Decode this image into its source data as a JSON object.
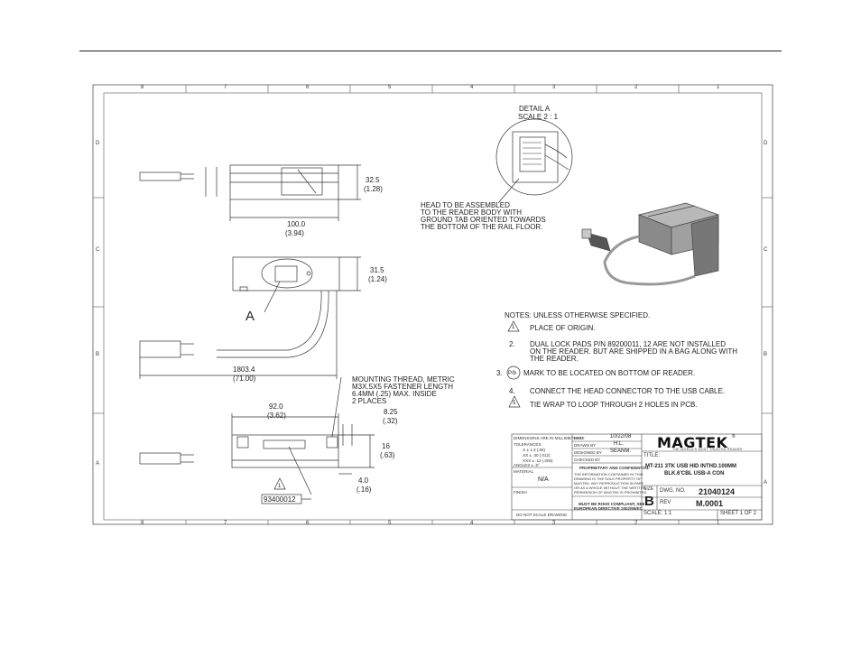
{
  "frame": {
    "col_labels_top": [
      "8",
      "7",
      "6",
      "5",
      "4",
      "3",
      "2",
      "1"
    ],
    "col_labels_bottom": [
      "8",
      "7",
      "6",
      "5",
      "4",
      "3",
      "2",
      "1"
    ],
    "row_labels": [
      "D",
      "C",
      "B",
      "A"
    ]
  },
  "views": {
    "dim_height_top": "32.5",
    "dim_height_top_in": "(1.28)",
    "dim_width_top": "100.0",
    "dim_width_top_in": "(3.94)",
    "dim_height_mid": "31.5",
    "dim_height_mid_in": "(1.24)",
    "detail_ref": "A",
    "dim_cable": "1803.4",
    "dim_cable_in": "(71.00)",
    "dim_width_bottom": "92.0",
    "dim_width_bottom_in": "(3.62)",
    "dim_8_25": "8.25",
    "dim_8_25_in": "(.32)",
    "dim_16": "16",
    "dim_16_in": "(.63)",
    "dim_4_0": "4.0",
    "dim_4_0_in": "(.16)",
    "part_number_box": "93400012",
    "callout_flag": "1"
  },
  "notes_callouts": {
    "detail_title": "DETAIL A",
    "detail_scale": "SCALE 2 : 1",
    "head_note_1": "HEAD TO BE ASSEMBLED",
    "head_note_2": "TO THE READER BODY WITH",
    "head_note_3": "GROUND TAB ORIENTED TOWARDS",
    "head_note_4": "THE BOTTOM OF THE RAIL FLOOR.",
    "mount_1": "MOUNTING THREAD, METRIC",
    "mount_2": "M3X.5X5 FASTENER LENGTH",
    "mount_3": "6.4MM (.25) MAX. INSIDE",
    "mount_4": "2 PLACES"
  },
  "notes": {
    "header": "NOTES: UNLESS OTHERWISE SPECIFIED.",
    "n1_flag": "1",
    "n1": "PLACE OF ORIGIN.",
    "n2_num": "2.",
    "n2_l1": "DUAL LOCK PADS P/N 89200011, 12 ARE NOT INSTALLED",
    "n2_l2": "ON THE READER. BUT ARE SHIPPED IN A BAG ALONG WITH",
    "n2_l3": "THE READER.",
    "n3_num": "3.",
    "n3_badge": "P/b",
    "n3": "MARK TO BE LOCATED ON BOTTOM OF READER.",
    "n4_num": "4.",
    "n4": "CONNECT THE HEAD CONNECTOR TO THE USB CABLE.",
    "n5_flag": "5",
    "n5": "TIE WRAP TO LOOP THROUGH 2 HOLES IN PCB."
  },
  "title_block": {
    "dims_header": "DIMENSIONS ARE IN MILLIMETERS",
    "tolerances": "TOLERANCES:",
    "tol_x": ".X    ± 1.3 (.05)",
    "tol_xx": ".XX   ± .30 (.012)",
    "tol_xxx": ".XXX ± .13 (.005)",
    "angles": "ANGLES ± .5°",
    "date_label": "DATE",
    "date_value": "10/22/08",
    "drawn_label": "DRAWN BY",
    "drawn_value": "H.L.",
    "designed_label": "DESIGNED BY",
    "designed_value": "SEANM.",
    "checked_label": "CHECKED BY",
    "material_label": "MATERIAL",
    "material_value": "N/A",
    "finish_label": "FINISH",
    "prop_title": "PROPRIETARY AND CONFIDENTIAL",
    "prop_1": "THE INFORMATION CONTAINED IN THIS",
    "prop_2": "DRAWING IS THE SOLE PROPERTY OF",
    "prop_3": "MAGTEK. ANY REPRODUCTION IN PART",
    "prop_4": "OR AS A WHOLE WITHOUT THE WRITTEN",
    "prop_5": "PERMISSION OF MAGTEK IS PROHIBITED.",
    "rohs_1": "MUST BE ROHS COMPLIANT, SEE",
    "rohs_2": "EUROPEAN DIRECTIVE 2002/95/EC",
    "noscale": "DO NOT SCALE DRAWING",
    "logo": "MAGTEK",
    "logo_sub": "THE WORLD'S MOST TRUSTED READER",
    "logo_reg": "®",
    "title_label": "TITLE:",
    "title_1": "MT-211 3TK USB HID INTHD.100MM",
    "title_2": "BLK.6'CBL USB-A CON",
    "size_label": "SIZE",
    "size_value": "B",
    "dwg_label": "DWG.  NO.",
    "dwg_value": "21040124",
    "rev_label": "REV",
    "rev_value": "M.0001",
    "scale": "SCALE: 1:1",
    "sheet": "SHEET 1 OF 2"
  }
}
